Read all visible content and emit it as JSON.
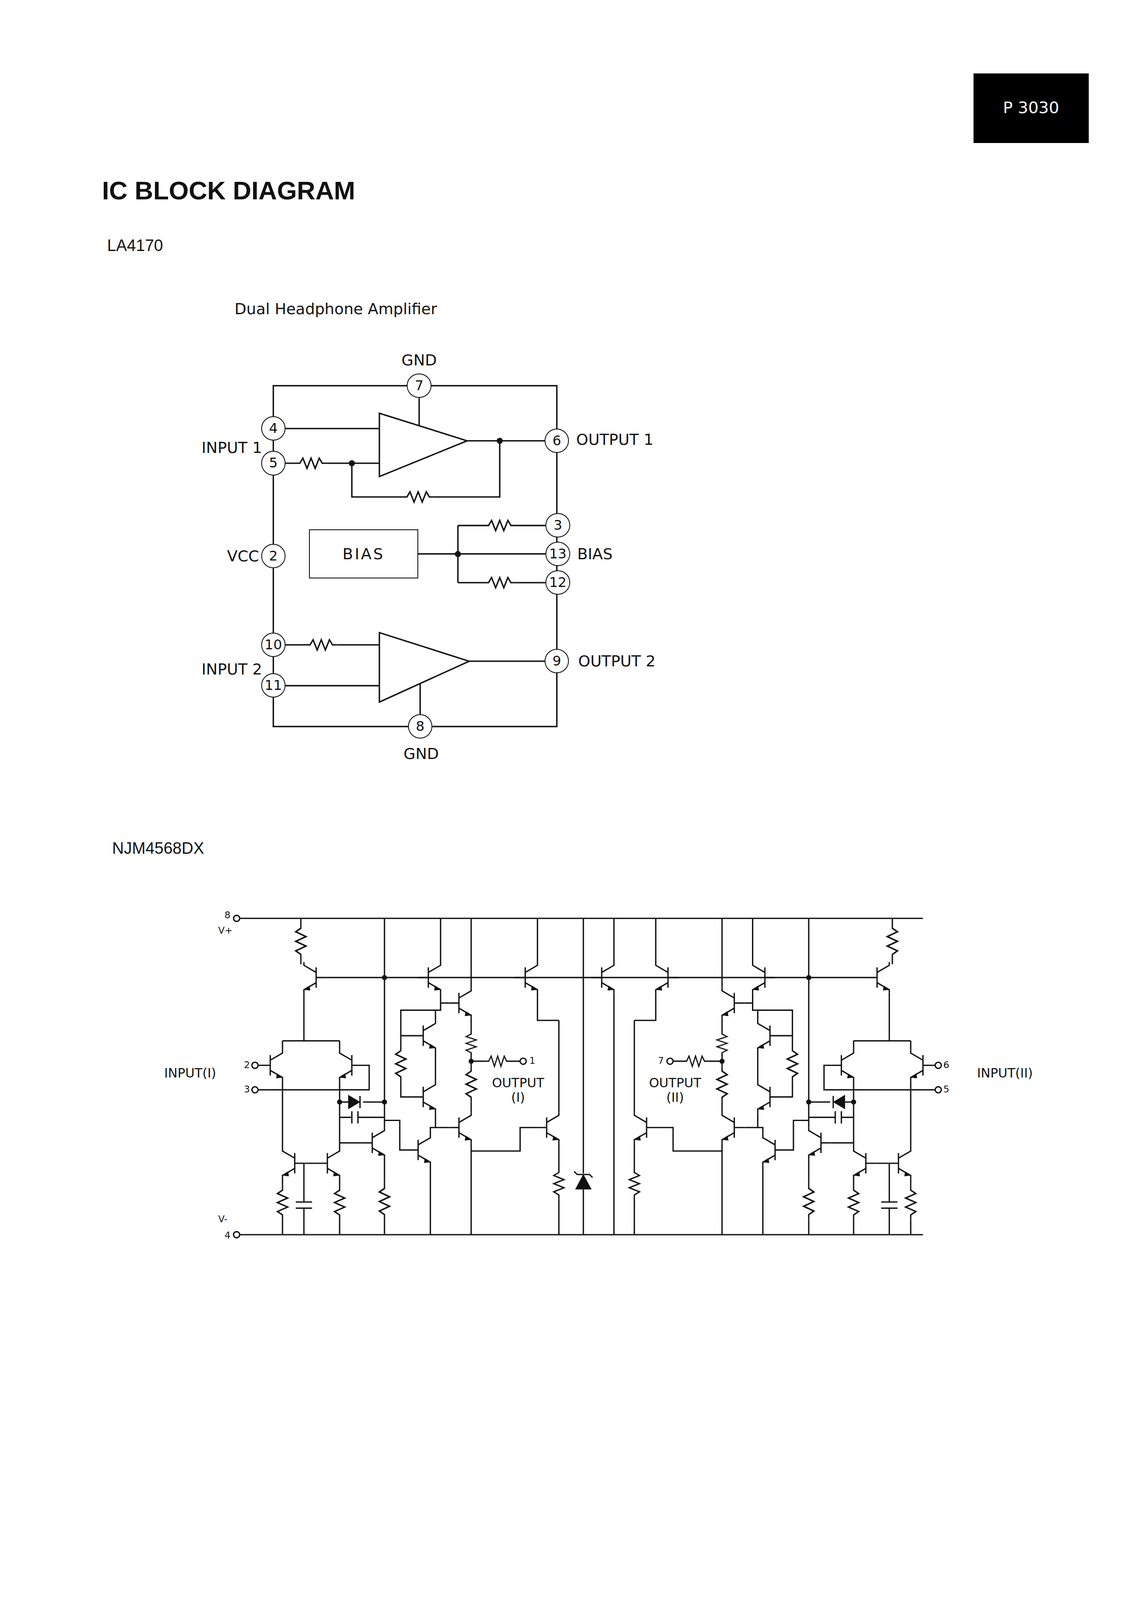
{
  "diagram": {
    "title": "IC BLOCK DIAGRAM",
    "nodes": [
      {
        "text": [
          "P 3030"
        ]
      },
      {
        "text": [
          "7"
        ]
      },
      {
        "text": [
          "4"
        ]
      },
      {
        "text": [
          "6"
        ]
      },
      {
        "text": [
          "5"
        ]
      },
      {
        "text": [
          "3"
        ]
      },
      {
        "text": [
          "2"
        ]
      },
      {
        "text": [
          "BIAS"
        ]
      },
      {
        "text": [
          "13"
        ]
      },
      {
        "text": [
          "12"
        ]
      },
      {
        "text": [
          "10"
        ]
      },
      {
        "text": [
          "9"
        ]
      },
      {
        "text": [
          "11"
        ]
      },
      {
        "text": [
          "8"
        ]
      }
    ],
    "edges": [
      {
        "from": 7,
        "to": 8,
        "arrow": "none"
      }
    ],
    "labels": [
      "LA4170",
      "Dual Headphone Amplifier",
      "GND",
      "INPUT 1",
      "OUTPUT 1",
      "VCC",
      "BIAS",
      "INPUT 2",
      "OUTPUT 2",
      "GND",
      "NJM4568DX",
      "8",
      "V+",
      "INPUT(I)",
      "2",
      "3",
      "1",
      "OUTPUT (I)",
      "7",
      "OUTPUT (II)",
      "6",
      "5",
      "INPUT(II)",
      "V-",
      "4"
    ]
  }
}
